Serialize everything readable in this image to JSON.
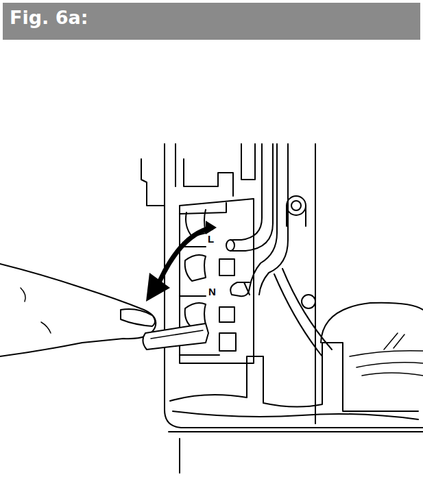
{
  "diagram": {
    "title": "Fig. 6a:",
    "labels": [
      "L",
      "N"
    ]
  }
}
